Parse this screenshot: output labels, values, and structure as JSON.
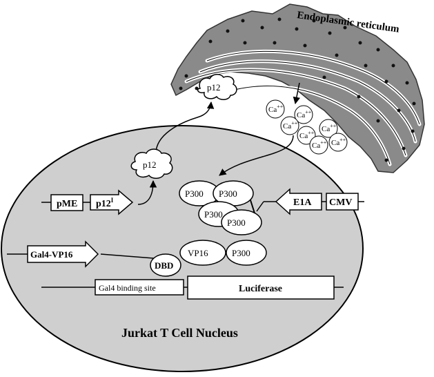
{
  "figure": {
    "er_label": "Endoplasmic reticulum",
    "nucleus_label": "Jurkat T Cell Nucleus",
    "p12_er": "p12",
    "p12_cyto": "p12",
    "pme": "pME",
    "p12i_main": "p12",
    "p12i_sup": "I",
    "e1a": "E1A",
    "cmv": "CMV",
    "gal4_vp16": "Gal4-VP16",
    "dbd": "DBD",
    "vp16": "VP16",
    "p300": [
      "P300",
      "P300",
      "P300",
      "P300",
      "P300"
    ],
    "calcium_main": "Ca",
    "calcium_sup": "++",
    "gal4_site": "Gal4 binding site",
    "luciferase": "Luciferase"
  },
  "colors": {
    "nucleus_fill": "#cfcfcf",
    "er_fill": "#8a8a8a",
    "line": "#000000",
    "box_fill": "#ffffff"
  }
}
